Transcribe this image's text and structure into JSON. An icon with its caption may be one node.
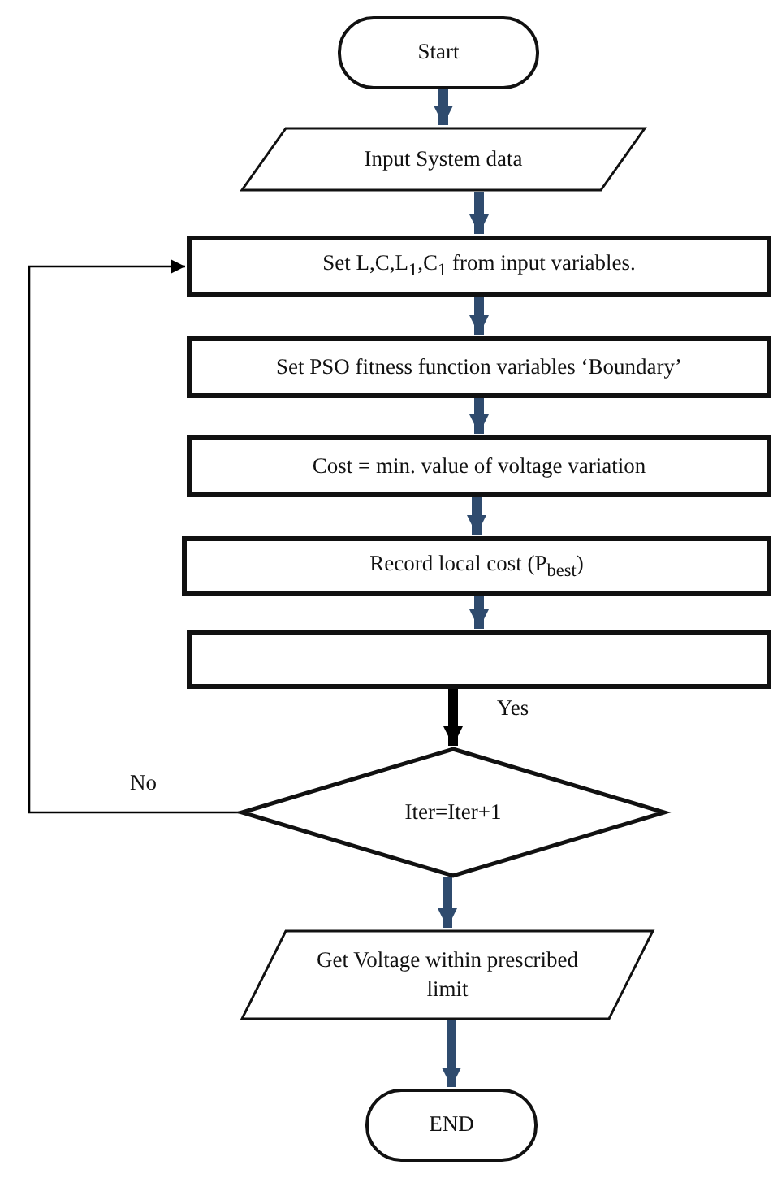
{
  "diagram": {
    "nodes": [
      {
        "text": [
          "Start"
        ]
      },
      {
        "text": [
          "Input System data"
        ]
      },
      {
        "text": [
          "Set L,C,L$_{1}$,C$_{1}$ from input variables."
        ]
      },
      {
        "text": [
          "Set PSO fitness function variables ‘Boundary’"
        ]
      },
      {
        "text": [
          "Cost = min. value of voltage variation"
        ]
      },
      {
        "text": [
          "Record local cost (P$_{best}$)"
        ]
      },
      {
        "text": [],
        "shape": "box"
      },
      {
        "text": [
          "Iter=Iter+1"
        ]
      },
      {
        "text": [
          "Get Voltage within prescribed limit"
        ]
      },
      {
        "text": [
          "END"
        ]
      }
    ],
    "edges": [
      {
        "from": 0,
        "to": 1,
        "arrow": "to"
      },
      {
        "from": 1,
        "to": 2,
        "arrow": "to"
      },
      {
        "from": 2,
        "to": 3,
        "arrow": "to"
      },
      {
        "from": 3,
        "to": 4,
        "arrow": "to"
      },
      {
        "from": 4,
        "to": 5,
        "arrow": "to"
      },
      {
        "from": 5,
        "to": 6,
        "arrow": "to"
      },
      {
        "from": 6,
        "to": 7,
        "arrow": "to",
        "label": "Yes",
        "color": "#000000"
      },
      {
        "from": 7,
        "to": 2,
        "arrow": "to",
        "label": "No",
        "color": "#000000"
      },
      {
        "from": 7,
        "to": 8,
        "arrow": "to"
      },
      {
        "from": 8,
        "to": 9,
        "arrow": "to"
      }
    ]
  }
}
